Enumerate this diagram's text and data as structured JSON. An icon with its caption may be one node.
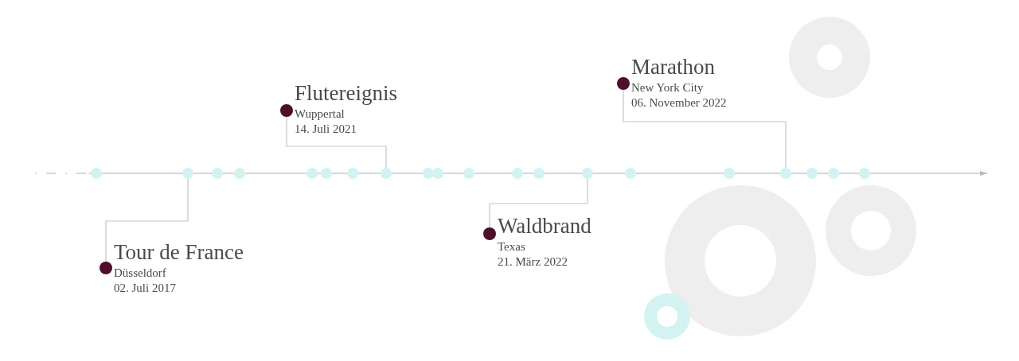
{
  "diagram": {
    "nodes": [
      {
        "text": [
          "Tour de France",
          "Düsseldorf",
          "02. Juli 2017"
        ]
      },
      {
        "text": [],
        "shape": "circle"
      },
      {
        "text": [
          "Flutereignis",
          "Wuppertal",
          "14. Juli 2021"
        ]
      },
      {
        "text": [],
        "shape": "circle"
      },
      {
        "text": [
          "Waldbrand",
          "Texas",
          "21. März 2022"
        ]
      },
      {
        "text": [],
        "shape": "circle"
      },
      {
        "text": [
          "Marathon",
          "New York City",
          "06. November 2022"
        ]
      },
      {
        "text": [],
        "shape": "circle"
      }
    ],
    "edges": [
      {
        "from": 1,
        "to": 0,
        "arrow": "none"
      },
      {
        "from": 3,
        "to": 2,
        "arrow": "none"
      },
      {
        "from": 5,
        "to": 4,
        "arrow": "none"
      },
      {
        "from": 7,
        "to": 6,
        "arrow": "none"
      }
    ]
  }
}
